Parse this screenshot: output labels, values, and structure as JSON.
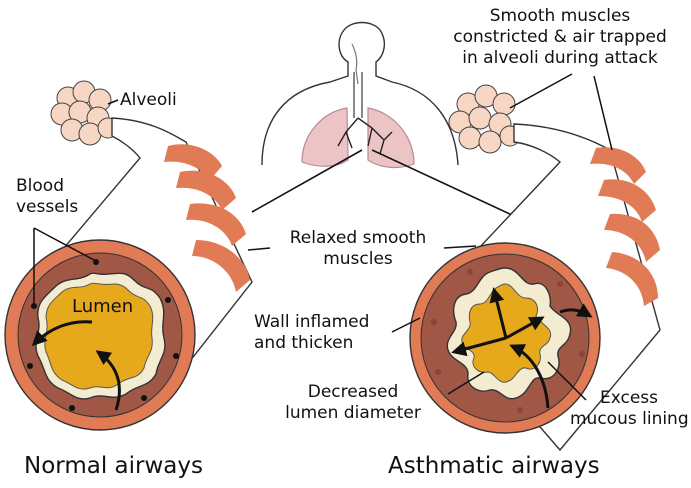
{
  "labels": {
    "alveoli": "Alveoli",
    "blood_vessels": [
      "Blood",
      "vessels"
    ],
    "lumen": "Lumen",
    "relaxed_smooth_muscles": [
      "Relaxed smooth",
      "muscles"
    ],
    "wall_inflamed": [
      "Wall inflamed",
      "and thicken"
    ],
    "decreased_lumen": [
      "Decreased",
      "lumen diameter"
    ],
    "excess_mucous": [
      "Excess",
      "mucous lining"
    ],
    "smooth_muscles_constricted": [
      "Smooth muscles",
      "constricted & air trapped",
      "in alveoli during attack"
    ]
  },
  "captions": {
    "normal": "Normal airways",
    "asthmatic": "Asthmatic airways"
  },
  "colors": {
    "muscle": "#e07b55",
    "wall": "#a15746",
    "lumen": "#e7a91c",
    "mucus": "#f4ecd0",
    "alveoli": "#f8d6c4",
    "lung": "#ecc4c6",
    "outline": "#333333"
  }
}
